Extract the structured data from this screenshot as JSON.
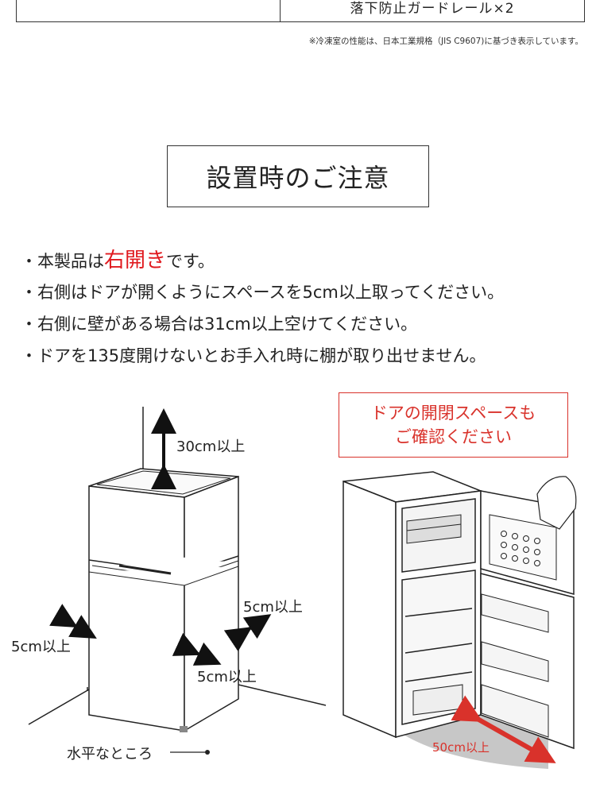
{
  "spec_table": {
    "row_value": "落下防止ガードレール×2"
  },
  "footnote": "※冷凍室の性能は、日本工業規格（JIS C9607)に基づき表示しています。",
  "section_title": "設置時のご注意",
  "notes": [
    {
      "bullet": "・",
      "pre": "本製品は",
      "highlight": "右開き",
      "post": "です。"
    },
    {
      "bullet": "・",
      "text": "右側はドアが開くようにスペースを5cm以上取ってください。"
    },
    {
      "bullet": "・",
      "text": "右側に壁がある場合は31cm以上空けてください。"
    },
    {
      "bullet": "・",
      "text": "ドアを135度開けないとお手入れ時に棚が取り出せません。"
    }
  ],
  "callout": {
    "line1": "ドアの開閉スペースも",
    "line2": "ご確認ください"
  },
  "diagram_labels": {
    "top_clearance": "30cm以上",
    "left_clearance": "5cm以上",
    "right_clearance": "5cm以上",
    "rear_clearance": "5cm以上",
    "level_surface": "水平なところ",
    "door_space": "50cm以上"
  },
  "colors": {
    "accent_red": "#e0191e",
    "callout_red": "#d9322b",
    "door_zone_gray": "#c7c7c7"
  }
}
